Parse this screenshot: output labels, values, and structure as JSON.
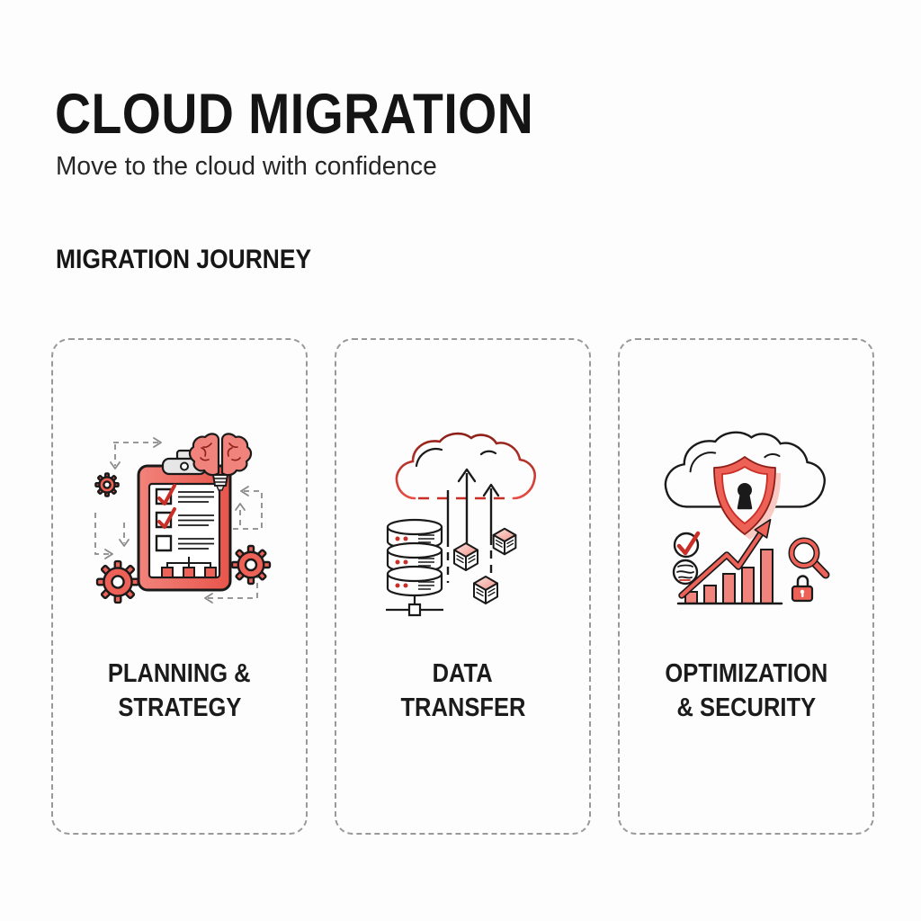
{
  "header": {
    "title": "CLOUD MIGRATION",
    "subtitle": "Move to the cloud with confidence"
  },
  "section": {
    "heading": "MIGRATION JOURNEY"
  },
  "cards": [
    {
      "id": "planning-strategy",
      "icon": "clipboard-checklist-icon",
      "icon_elements": [
        "clipboard",
        "checklist",
        "brain-lightbulb",
        "gears",
        "dashed-process-arrows"
      ],
      "label_line1": "PLANNING &",
      "label_line2": "STRATEGY"
    },
    {
      "id": "data-transfer",
      "icon": "cloud-upload-icon",
      "icon_elements": [
        "cloud",
        "upload-arrows",
        "server-stack",
        "data-cubes"
      ],
      "label_line1": "DATA",
      "label_line2": "TRANSFER"
    },
    {
      "id": "optimization-security",
      "icon": "cloud-shield-icon",
      "icon_elements": [
        "cloud",
        "shield-keyhole",
        "growth-bar-chart",
        "trend-arrow",
        "check-circle",
        "notes-circle",
        "magnifier",
        "lock"
      ],
      "label_line1": "OPTIMIZATION",
      "label_line2": "& SECURITY"
    }
  ],
  "colors": {
    "accent_red": "#ed6157",
    "accent_red_light": "#f0837b",
    "accent_red_dark": "#c92f27",
    "accent_maroon": "#8c1f18",
    "pink_light": "#f9c9c3",
    "ink": "#1a1a1a",
    "decor_gray": "#8a8a8a",
    "card_border": "#999999",
    "background": "#fdfdfd",
    "clip_gray": "#e6e6e6"
  }
}
